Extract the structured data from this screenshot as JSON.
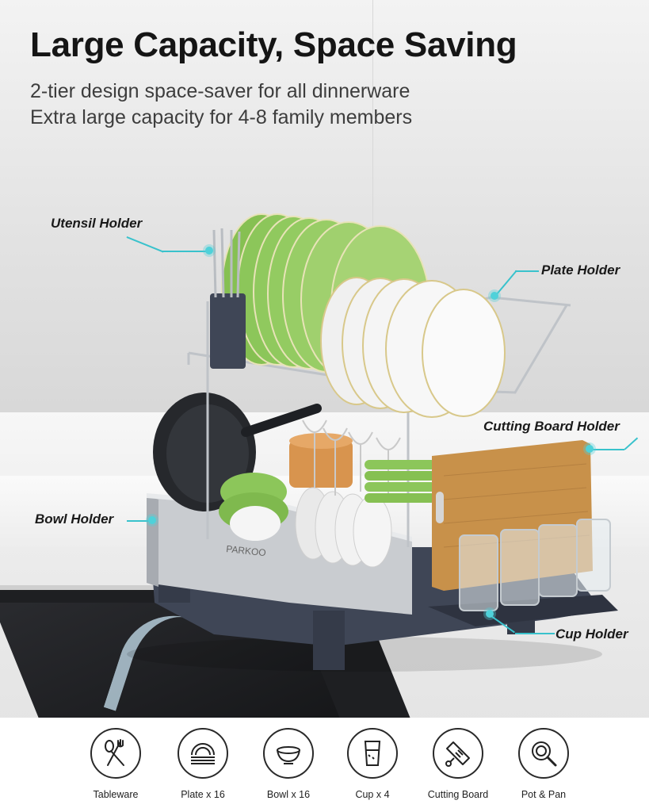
{
  "headline": "Large Capacity, Space Saving",
  "subtitle_lines": [
    "2-tier design space-saver for all dinnerware",
    "Extra large capacity for 4-8 family members"
  ],
  "brand": "PARKOO",
  "callouts": {
    "utensil_holder": "Utensil Holder",
    "plate_holder": "Plate Holder",
    "cutting_board_holder": "Cutting Board Holder",
    "bowl_holder": "Bowl Holder",
    "cup_holder": "Cup Holder"
  },
  "features": [
    {
      "label": "Tableware",
      "icon": "tableware-icon"
    },
    {
      "label": "Plate x 16",
      "icon": "plate-stack-icon"
    },
    {
      "label": "Bowl x 16",
      "icon": "bowl-icon"
    },
    {
      "label": "Cup x 4",
      "icon": "cup-icon"
    },
    {
      "label": "Cutting Board",
      "icon": "cutting-board-icon"
    },
    {
      "label": "Pot & Pan",
      "icon": "pot-pan-icon"
    }
  ],
  "colors": {
    "accent": "#4fd1d9",
    "plate_green": "#8cc65a",
    "tray_navy": "#3f4656",
    "board_wood": "#c8914a"
  }
}
